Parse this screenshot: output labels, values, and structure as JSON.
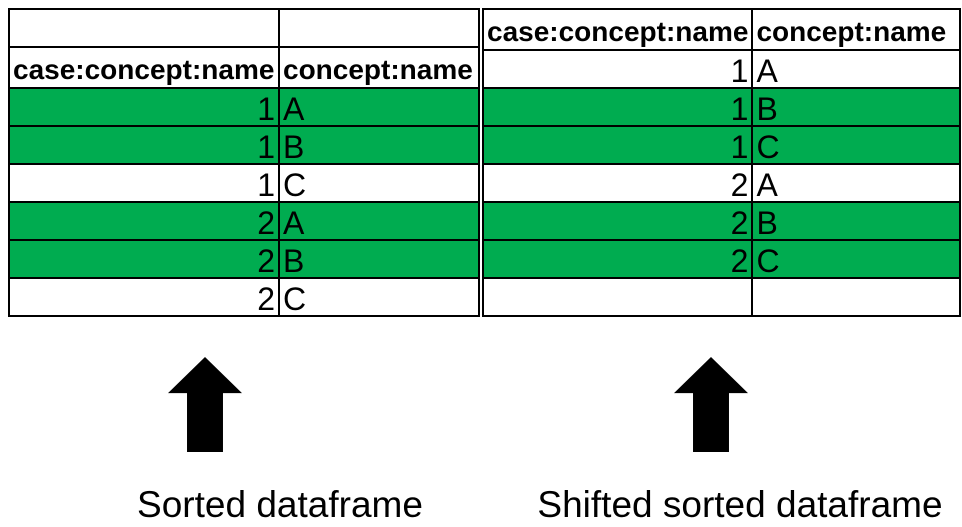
{
  "figure": {
    "colors": {
      "highlight_green": "#00AC50",
      "border": "#000000",
      "background": "#ffffff",
      "text": "#000000",
      "arrow": "#000000"
    },
    "left": {
      "label": "Sorted dataframe",
      "table": {
        "columns": [
          "case:concept:name",
          "concept:name"
        ],
        "rows": [
          {
            "kind": "empty",
            "green": false,
            "cells": [
              "",
              ""
            ]
          },
          {
            "kind": "header",
            "green": false,
            "cells": [
              "case:concept:name",
              "concept:name"
            ]
          },
          {
            "kind": "data",
            "green": true,
            "cells": [
              "1",
              "A"
            ]
          },
          {
            "kind": "data",
            "green": true,
            "cells": [
              "1",
              "B"
            ]
          },
          {
            "kind": "data",
            "green": false,
            "cells": [
              "1",
              "C"
            ]
          },
          {
            "kind": "data",
            "green": true,
            "cells": [
              "2",
              "A"
            ]
          },
          {
            "kind": "data",
            "green": true,
            "cells": [
              "2",
              "B"
            ]
          },
          {
            "kind": "data",
            "green": false,
            "cells": [
              "2",
              "C"
            ]
          }
        ]
      }
    },
    "right": {
      "label": "Shifted sorted dataframe",
      "table": {
        "columns": [
          "case:concept:name",
          "concept:name"
        ],
        "rows": [
          {
            "kind": "header",
            "green": false,
            "cells": [
              "case:concept:name",
              "concept:name"
            ]
          },
          {
            "kind": "data",
            "green": false,
            "cells": [
              "1",
              "A"
            ]
          },
          {
            "kind": "data",
            "green": true,
            "cells": [
              "1",
              "B"
            ]
          },
          {
            "kind": "data",
            "green": true,
            "cells": [
              "1",
              "C"
            ]
          },
          {
            "kind": "data",
            "green": false,
            "cells": [
              "2",
              "A"
            ]
          },
          {
            "kind": "data",
            "green": true,
            "cells": [
              "2",
              "B"
            ]
          },
          {
            "kind": "data",
            "green": true,
            "cells": [
              "2",
              "C"
            ]
          },
          {
            "kind": "empty",
            "green": false,
            "cells": [
              "",
              ""
            ]
          }
        ]
      }
    }
  }
}
